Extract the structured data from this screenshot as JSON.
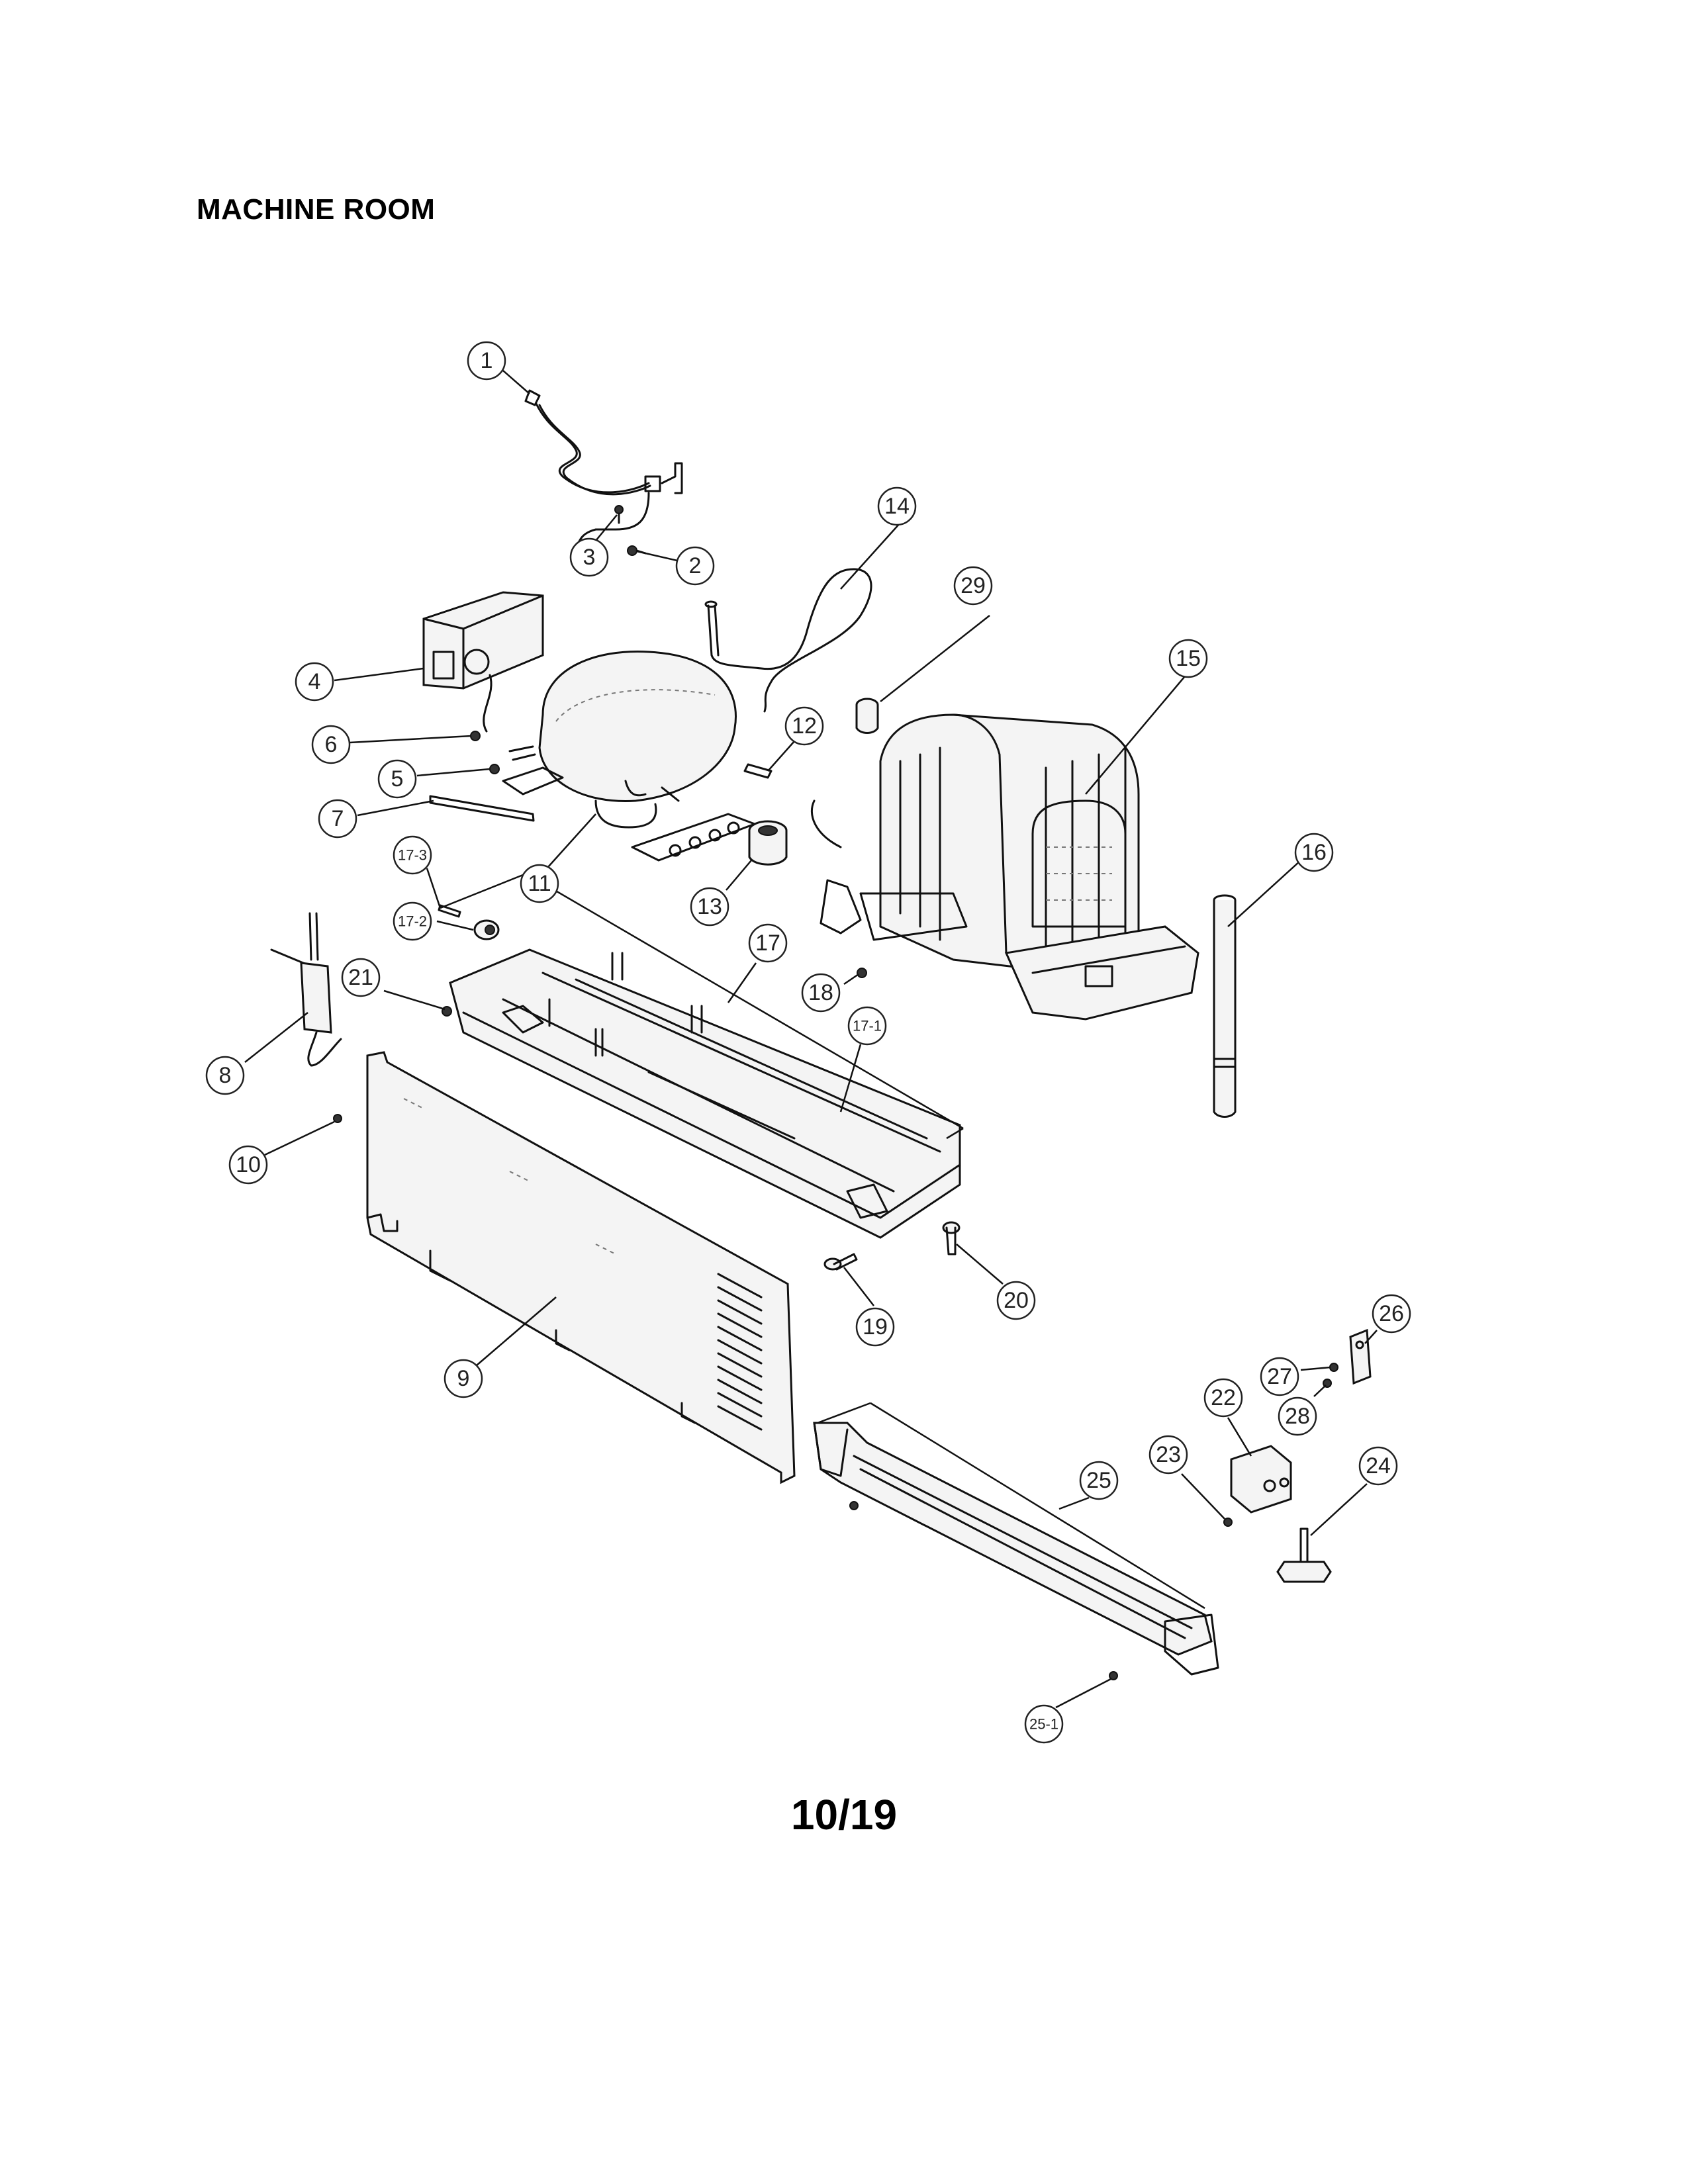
{
  "title": "MACHINE ROOM",
  "page_number": "10/19",
  "callouts": [
    {
      "id": "1",
      "label": "1"
    },
    {
      "id": "2",
      "label": "2"
    },
    {
      "id": "3",
      "label": "3"
    },
    {
      "id": "4",
      "label": "4"
    },
    {
      "id": "5",
      "label": "5"
    },
    {
      "id": "6",
      "label": "6"
    },
    {
      "id": "7",
      "label": "7"
    },
    {
      "id": "8",
      "label": "8"
    },
    {
      "id": "9",
      "label": "9"
    },
    {
      "id": "10",
      "label": "10"
    },
    {
      "id": "11",
      "label": "11"
    },
    {
      "id": "12",
      "label": "12"
    },
    {
      "id": "13",
      "label": "13"
    },
    {
      "id": "14",
      "label": "14"
    },
    {
      "id": "15",
      "label": "15"
    },
    {
      "id": "16",
      "label": "16"
    },
    {
      "id": "17",
      "label": "17"
    },
    {
      "id": "17-1",
      "label": "17-1"
    },
    {
      "id": "17-2",
      "label": "17-2"
    },
    {
      "id": "17-3",
      "label": "17-3"
    },
    {
      "id": "18",
      "label": "18"
    },
    {
      "id": "19",
      "label": "19"
    },
    {
      "id": "20",
      "label": "20"
    },
    {
      "id": "21",
      "label": "21"
    },
    {
      "id": "22",
      "label": "22"
    },
    {
      "id": "23",
      "label": "23"
    },
    {
      "id": "24",
      "label": "24"
    },
    {
      "id": "25",
      "label": "25"
    },
    {
      "id": "25-1",
      "label": "25-1"
    },
    {
      "id": "26",
      "label": "26"
    },
    {
      "id": "27",
      "label": "27"
    },
    {
      "id": "28",
      "label": "28"
    },
    {
      "id": "29",
      "label": "29"
    }
  ]
}
